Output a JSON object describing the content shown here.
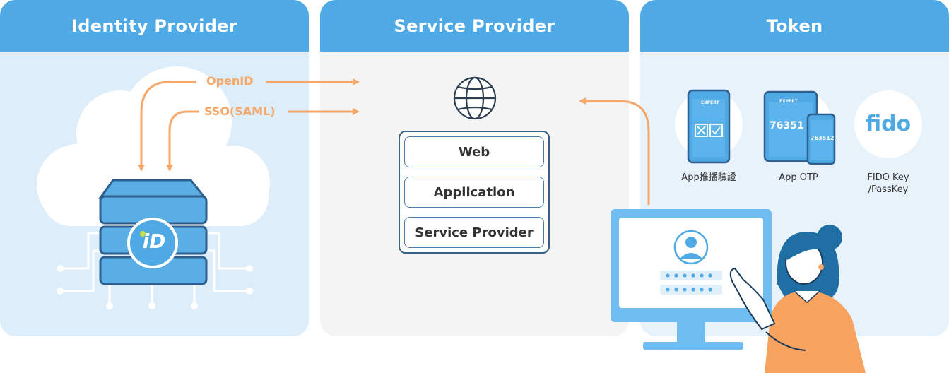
{
  "panels": {
    "identity": {
      "title": "Identity Provider"
    },
    "service": {
      "title": "Service Provider"
    },
    "token": {
      "title": "Token"
    }
  },
  "protocols": {
    "openid": "OpenID",
    "saml": "SSO(SAML)"
  },
  "stack": {
    "web": "Web",
    "application": "Application",
    "service_provider": "Service Provider"
  },
  "tokens": {
    "app_push": "App推播驗證",
    "app_otp": "App OTP",
    "fido_line1": "FIDO Key",
    "fido_line2": "/PassKey",
    "otp_code_tablet": "76351",
    "otp_code_phone": "763512",
    "fido_logo": "fido",
    "app_brand": "EXPERT"
  },
  "server": {
    "logo": "iD"
  },
  "colors": {
    "header": "#4fa9e4",
    "arrow": "#f5a86a",
    "stack_border": "#3a5f85"
  }
}
